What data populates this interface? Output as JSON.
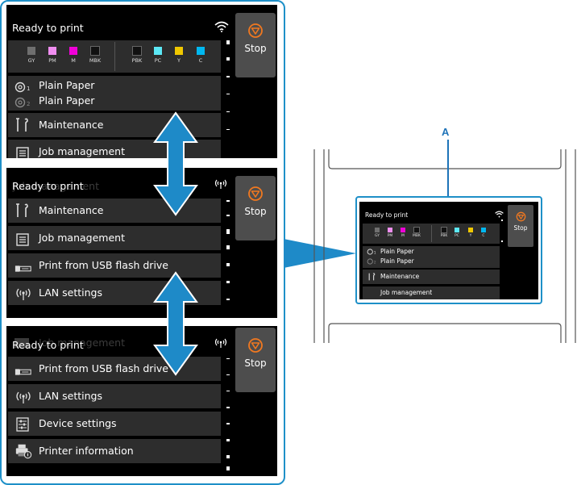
{
  "status_text": "Ready to print",
  "stop_label": "Stop",
  "callout": "A",
  "inks": [
    {
      "label": "GY",
      "color": "#6f6f6f"
    },
    {
      "label": "PM",
      "color": "#f08ef0"
    },
    {
      "label": "M",
      "color": "#f000d8"
    },
    {
      "label": "MBK",
      "color": "#111111"
    },
    {
      "label": "PBK",
      "color": "#111111"
    },
    {
      "label": "PC",
      "color": "#5ce8f5"
    },
    {
      "label": "Y",
      "color": "#f0c800"
    },
    {
      "label": "C",
      "color": "#00b8f0"
    }
  ],
  "paper": {
    "upper": "Plain Paper",
    "lower": "Plain Paper"
  },
  "menu": {
    "maintenance": "Maintenance",
    "job_management": "Job management",
    "usb_print": "Print from USB flash drive",
    "lan_settings": "LAN settings",
    "device_settings": "Device settings",
    "printer_information": "Printer information"
  },
  "icons": {
    "stop": "stop-icon",
    "wifi": "wifi-icon",
    "lan": "lan-icon",
    "roll": "roll-paper-icon",
    "maintenance": "maintenance-icon",
    "job": "job-management-icon",
    "usb": "usb-icon",
    "device": "device-settings-icon",
    "info": "printer-information-icon",
    "arrow": "scroll-arrow-icon"
  },
  "colors": {
    "accent": "#1e90c8",
    "screen": "#000000",
    "panel": "#2d2d2d",
    "stop_button": "#4d4d4d",
    "stop_icon": "#f07820"
  }
}
